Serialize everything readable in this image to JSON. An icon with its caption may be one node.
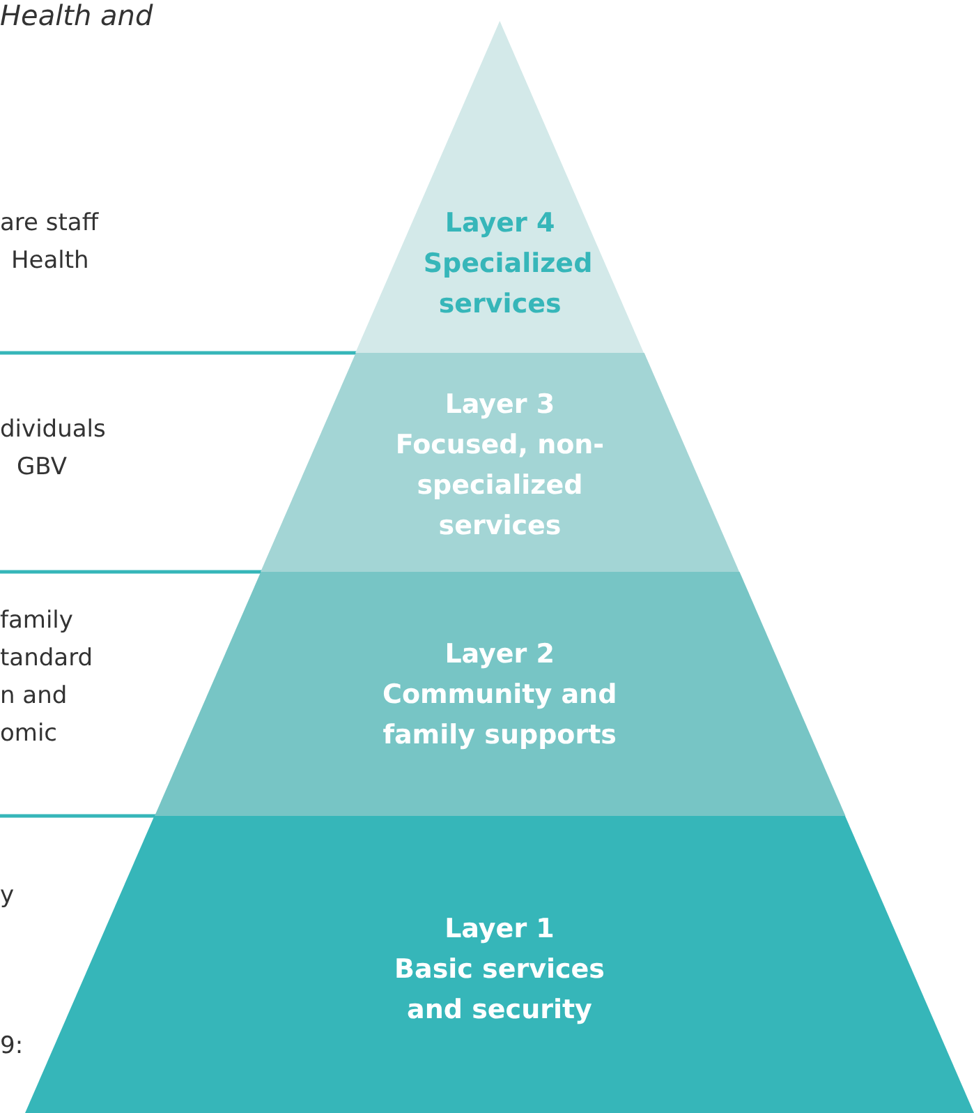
{
  "diagram": {
    "nodes": [
      {
        "text": [
          "Layer 4",
          "Specialized services"
        ]
      },
      {
        "text": [
          "Layer 3",
          "Focused, non-specialized services"
        ]
      },
      {
        "text": [
          "Layer 2",
          "Community and family supports"
        ]
      },
      {
        "text": [
          "Layer 1",
          "Basic services and security"
        ]
      }
    ],
    "labels": [
      "Health and",
      "are staff",
      "Health",
      "dividuals",
      "GBV",
      "family",
      "tandard",
      "n and",
      "omic",
      "y",
      "9:"
    ]
  }
}
